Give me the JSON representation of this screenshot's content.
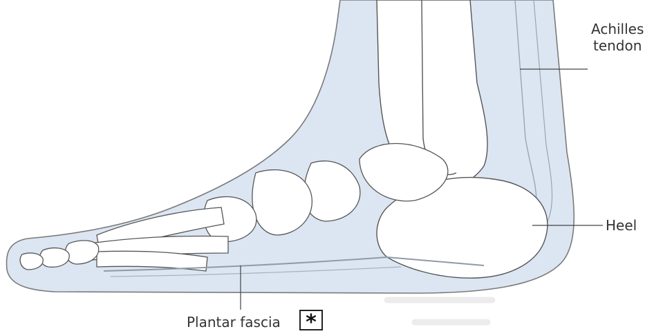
{
  "labels": {
    "achilles_line1": "Achilles",
    "achilles_line2": "tendon",
    "heel": "Heel",
    "plantar_fascia": "Plantar fascia"
  },
  "marker": {
    "symbol": "*"
  },
  "colors": {
    "skin_fill": "#dbe6f2",
    "skin_outline": "#777777",
    "bone_fill": "#ffffff",
    "bone_outline": "#555555",
    "leader_line": "#444444",
    "background_text": "#e6e6e6"
  }
}
